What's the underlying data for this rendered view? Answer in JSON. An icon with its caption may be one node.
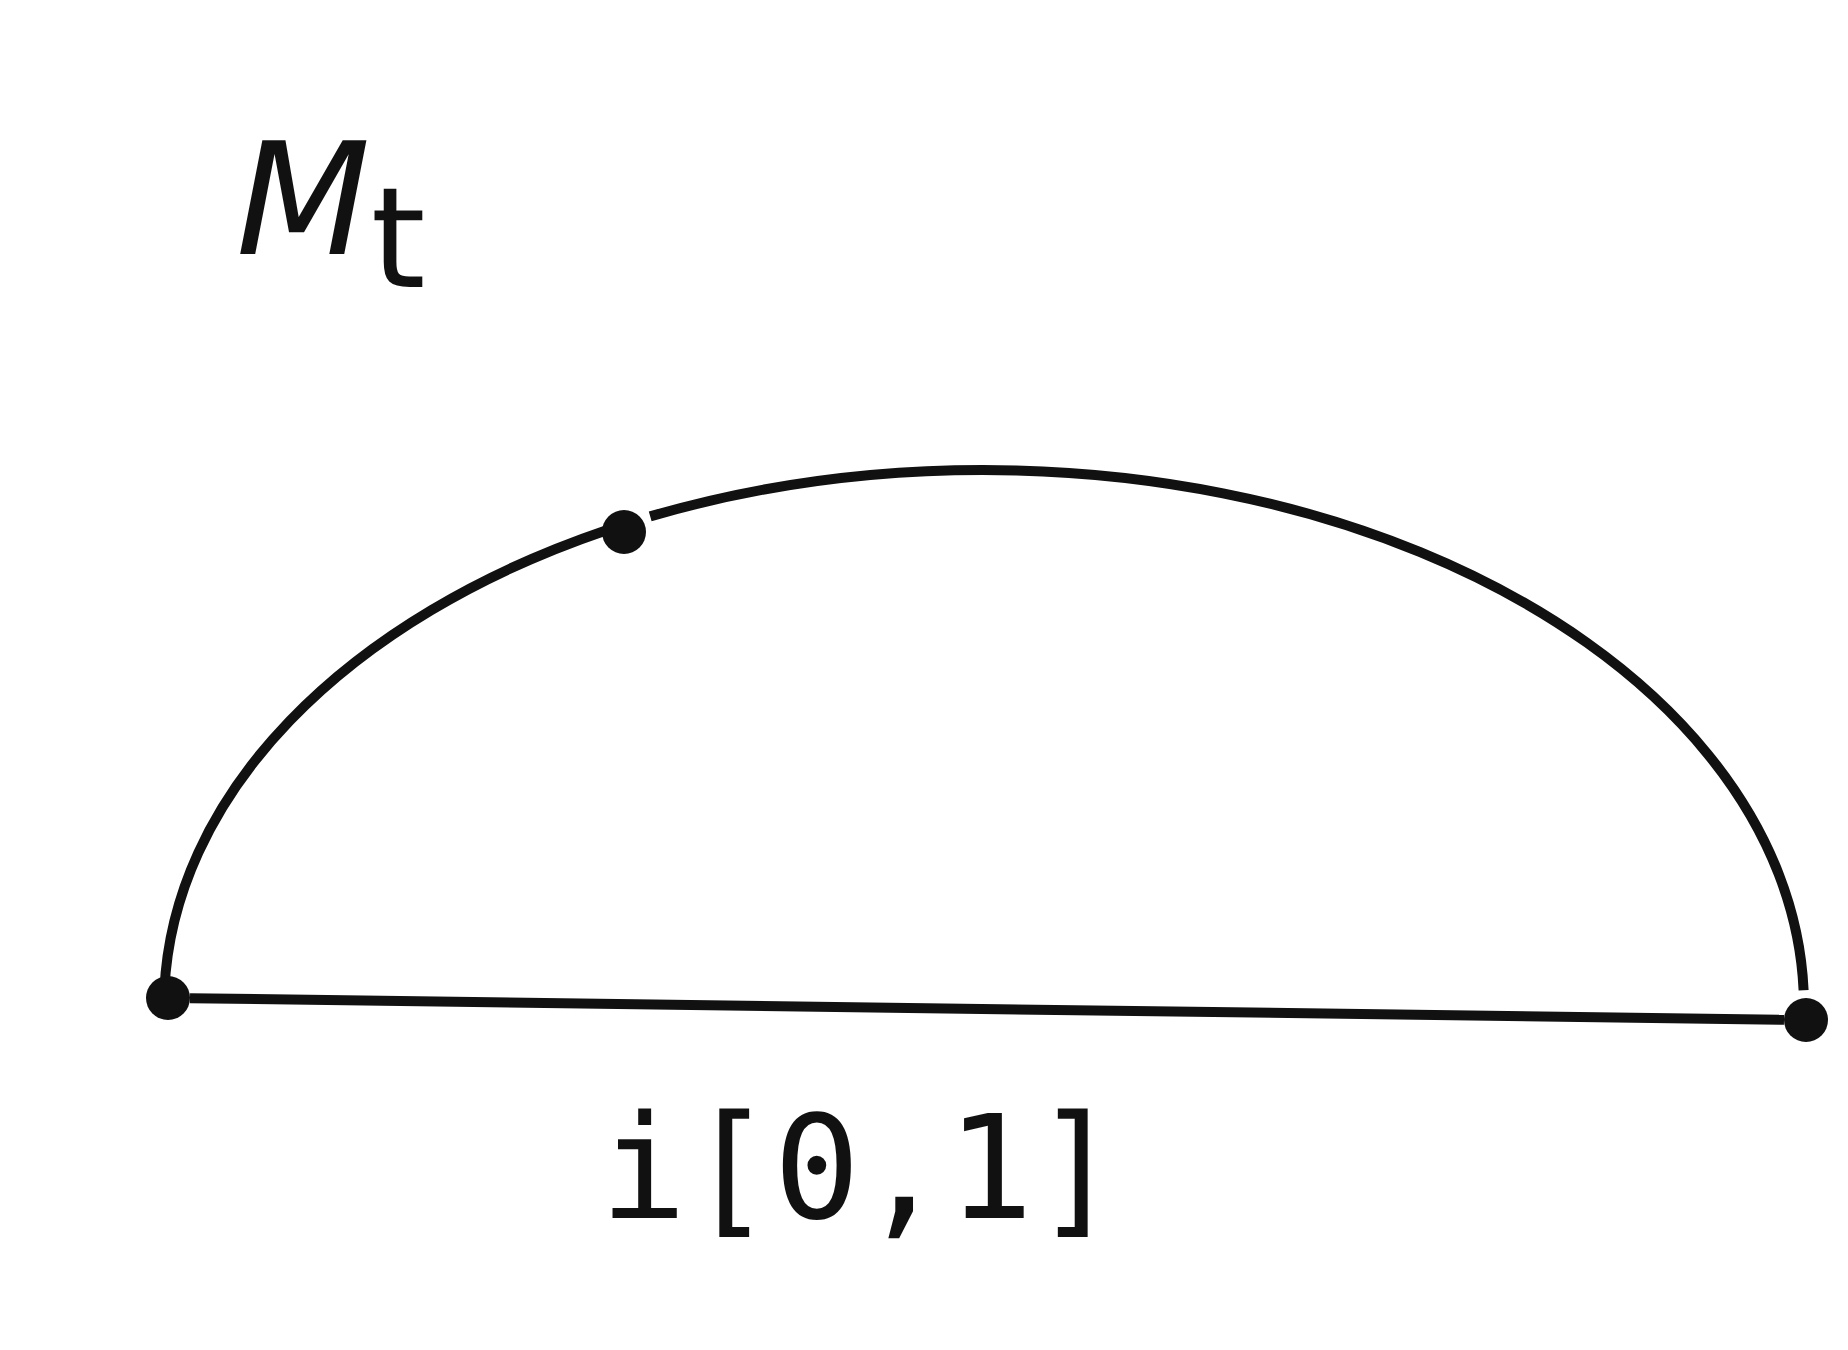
{
  "diagram": {
    "nodes": [
      {
        "text": [],
        "shape": "circle"
      },
      {
        "text": [],
        "shape": "circle",
        "beside": [
          "M$_{t}$"
        ]
      },
      {
        "text": [],
        "shape": "circle"
      }
    ],
    "edges": [
      {
        "from": 0,
        "to": 1,
        "arrow": "none"
      },
      {
        "from": 1,
        "to": 2,
        "arrow": "none"
      },
      {
        "from": 0,
        "to": 2,
        "arrow": "none",
        "label": "i[0,1]"
      }
    ]
  }
}
